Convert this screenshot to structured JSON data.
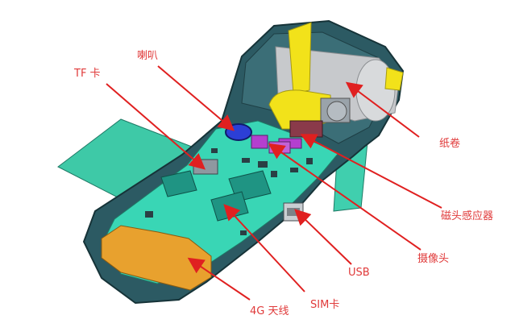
{
  "diagram": {
    "labels": {
      "tf_card": "TF 卡",
      "speaker": "喇叭",
      "paper_roll": "纸卷",
      "magnetic_head_sensor": "磁头感应器",
      "camera": "摄像头",
      "usb": "USB",
      "sim_card": "SIM卡",
      "antenna_4g": "4G 天线"
    },
    "colors": {
      "label": "#e03a3a",
      "arrow": "#e02020",
      "housing": "#2c5a63",
      "board": "#39d6b5",
      "battery_flap": "#3ec9a7",
      "paper_guide": "#f2e21a",
      "paper_roll": "#c7c9cc",
      "antenna": "#e8a12e",
      "speaker": "#2c3fd6",
      "camera_magenta": "#b43fcf"
    }
  }
}
